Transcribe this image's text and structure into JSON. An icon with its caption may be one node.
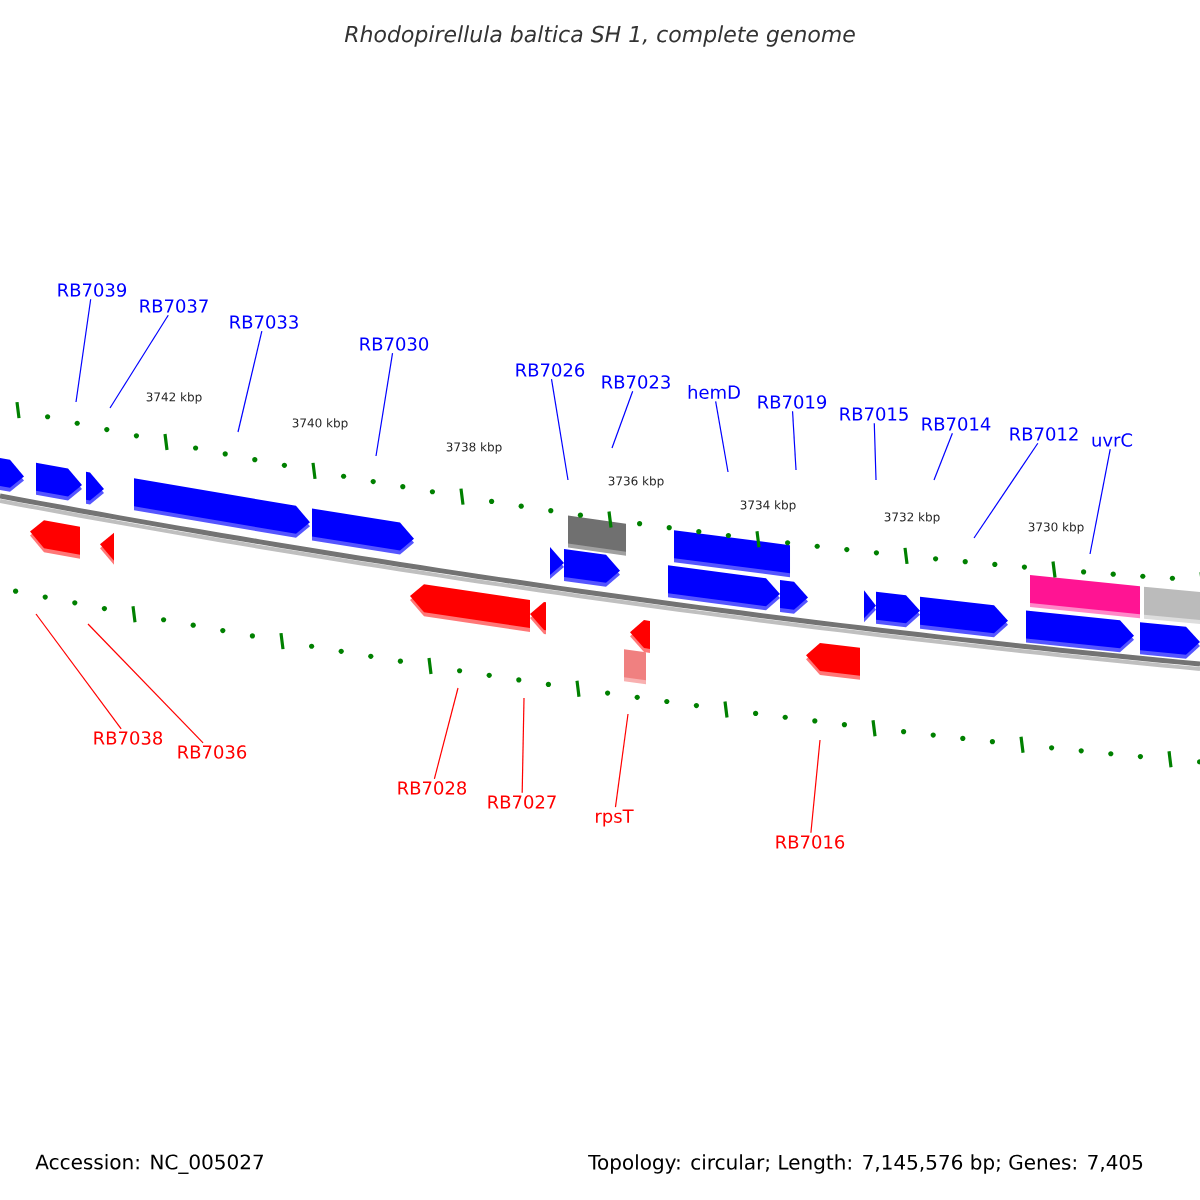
{
  "diagram": {
    "title": "*Rhodopirellula baltica* SH 1, complete genome",
    "nodes": [
      {
        "text": [
          "RB7039"
        ]
      },
      {
        "text": [
          "RB7037"
        ]
      },
      {
        "text": [
          "RB7033"
        ]
      },
      {
        "text": [
          "RB7030"
        ]
      },
      {
        "text": [
          "RB7026"
        ]
      },
      {
        "text": [
          "RB7023"
        ]
      },
      {
        "text": [
          "hemD"
        ]
      },
      {
        "text": [
          "RB7019"
        ]
      },
      {
        "text": [
          "RB7015"
        ]
      },
      {
        "text": [
          "RB7014"
        ]
      },
      {
        "text": [
          "RB7012"
        ]
      },
      {
        "text": [
          "uvrC"
        ]
      },
      {
        "text": [
          "RB7038"
        ]
      },
      {
        "text": [
          "RB7036"
        ]
      },
      {
        "text": [
          "RB7028"
        ]
      },
      {
        "text": [
          "RB7027"
        ]
      },
      {
        "text": [
          "rpsT"
        ]
      },
      {
        "text": [
          "RB7016"
        ]
      }
    ],
    "edges": [
      {
        "from": 0,
        "to": null,
        "arrow": "none"
      },
      {
        "from": 1,
        "to": null,
        "arrow": "none"
      },
      {
        "from": 2,
        "to": null,
        "arrow": "none"
      },
      {
        "from": 3,
        "to": null,
        "arrow": "none"
      },
      {
        "from": 4,
        "to": null,
        "arrow": "none"
      },
      {
        "from": 5,
        "to": null,
        "arrow": "none"
      },
      {
        "from": 6,
        "to": null,
        "arrow": "none"
      },
      {
        "from": 7,
        "to": null,
        "arrow": "none"
      },
      {
        "from": 8,
        "to": null,
        "arrow": "none"
      },
      {
        "from": 9,
        "to": null,
        "arrow": "none"
      },
      {
        "from": 10,
        "to": null,
        "arrow": "none"
      },
      {
        "from": 11,
        "to": null,
        "arrow": "none"
      },
      {
        "from": 12,
        "to": null,
        "arrow": "none",
        "color": "#ff0000"
      },
      {
        "from": 13,
        "to": null,
        "arrow": "none",
        "color": "#ff0000"
      },
      {
        "from": 14,
        "to": null,
        "arrow": "none",
        "color": "#ff0000"
      },
      {
        "from": 15,
        "to": null,
        "arrow": "none",
        "color": "#ff0000"
      },
      {
        "from": 16,
        "to": null,
        "arrow": "none",
        "color": "#ff0000"
      },
      {
        "from": 17,
        "to": null,
        "arrow": "none",
        "color": "#ff0000"
      }
    ],
    "labels": [
      "3742 kbp",
      "3740 kbp",
      "3738 kbp",
      "3736 kbp",
      "3734 kbp",
      "3732 kbp",
      "3730 kbp",
      "Accession: NC_005027",
      "Topology: circular; Length: 7,145,576 bp; Genes: 7,405"
    ]
  }
}
